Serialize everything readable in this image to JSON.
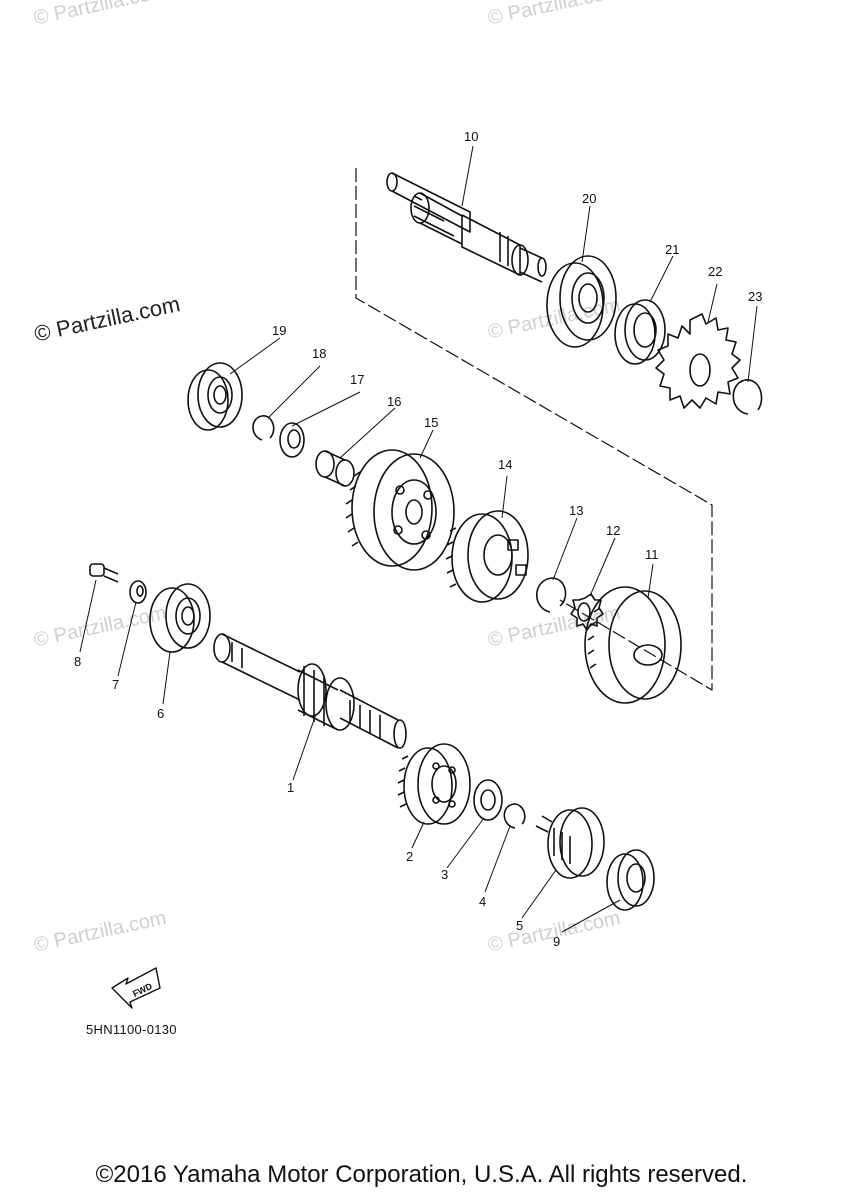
{
  "watermark": "© Partzilla.com",
  "diagram_code": "5HN1100-0130",
  "fwd_label": "FWD",
  "copyright": "©2016 Yamaha Motor Corporation, U.S.A. All rights reserved.",
  "callouts": [
    "1",
    "2",
    "3",
    "4",
    "5",
    "6",
    "7",
    "8",
    "9",
    "10",
    "11",
    "12",
    "13",
    "14",
    "15",
    "16",
    "17",
    "18",
    "19",
    "20",
    "21",
    "22",
    "23"
  ]
}
